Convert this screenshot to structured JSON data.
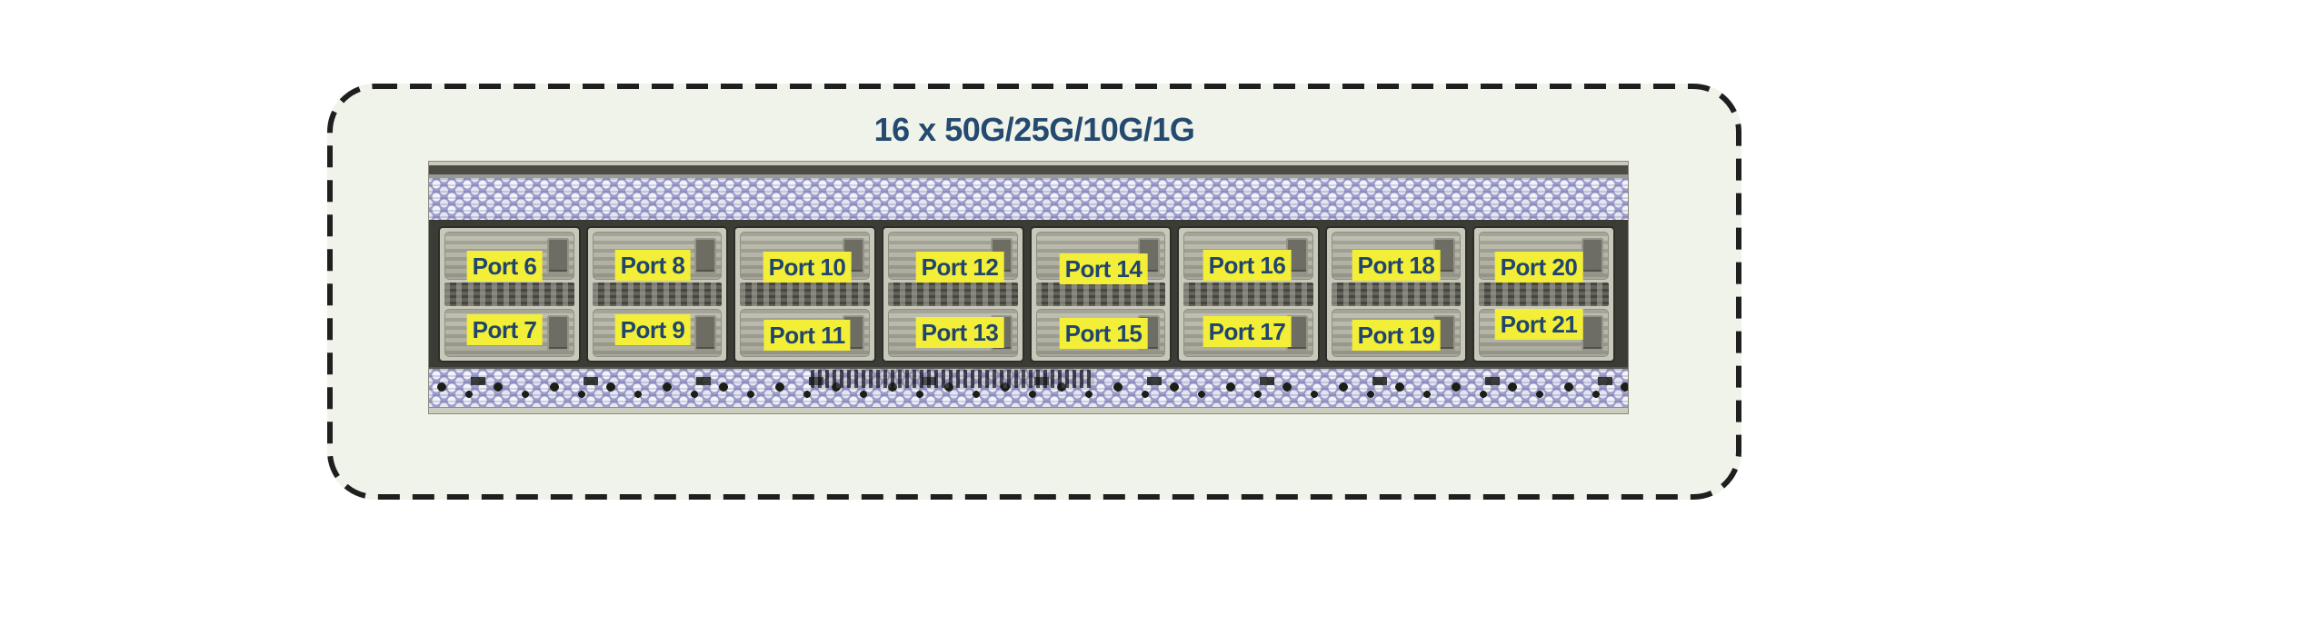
{
  "frame": {
    "title": "16 x 50G/25G/10G/1G"
  },
  "ports": {
    "count_label": "16",
    "labels": [
      "Port 6",
      "Port 7",
      "Port 8",
      "Port 9",
      "Port 10",
      "Port 11",
      "Port 12",
      "Port 13",
      "Port 14",
      "Port 15",
      "Port 16",
      "Port 17",
      "Port 18",
      "Port 19",
      "Port 20",
      "Port 21"
    ]
  },
  "colors": {
    "title_text": "#254a70",
    "frame_bg": "#f0f3e9",
    "frame_border": "#1f1f1f",
    "label_bg": "#f3ee37",
    "label_text": "#20456e",
    "vent_lavender": "#9d9ecb",
    "chassis_gray": "#c9c9bb"
  }
}
